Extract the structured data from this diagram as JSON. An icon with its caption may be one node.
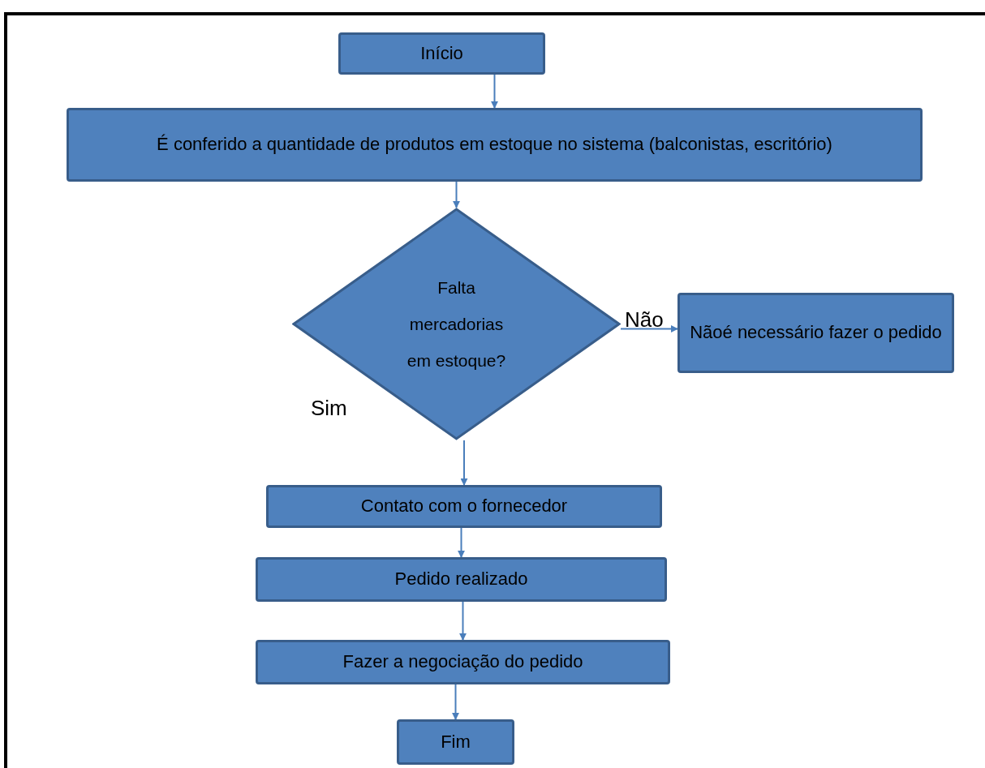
{
  "diagram": {
    "nodes": [
      {
        "text": [
          "Início"
        ]
      },
      {
        "text": [
          "É conferido a quantidade de produtos em estoque no sistema (balconistas, escritório)"
        ]
      },
      {
        "text": [
          "Falta mercadorias em estoque?"
        ]
      },
      {
        "text": [
          "Nãoé necessário fazer o pedido"
        ]
      },
      {
        "text": [
          "Contato com o fornecedor"
        ]
      },
      {
        "text": [
          "Pedido realizado"
        ]
      },
      {
        "text": [
          "Fazer a negociação do pedido"
        ]
      },
      {
        "text": [
          "Fim"
        ]
      }
    ],
    "edges": [
      {
        "from": 0,
        "to": 1,
        "arrow": "to"
      },
      {
        "from": 1,
        "to": 2,
        "arrow": "to"
      },
      {
        "from": 2,
        "to": 3,
        "arrow": "to",
        "label": "Não"
      },
      {
        "from": 2,
        "to": 4,
        "arrow": "to"
      },
      {
        "from": 4,
        "to": 5,
        "arrow": "to"
      },
      {
        "from": 5,
        "to": 6,
        "arrow": "to"
      },
      {
        "from": 6,
        "to": 7,
        "arrow": "to"
      }
    ],
    "labels": [
      "Sim"
    ]
  }
}
